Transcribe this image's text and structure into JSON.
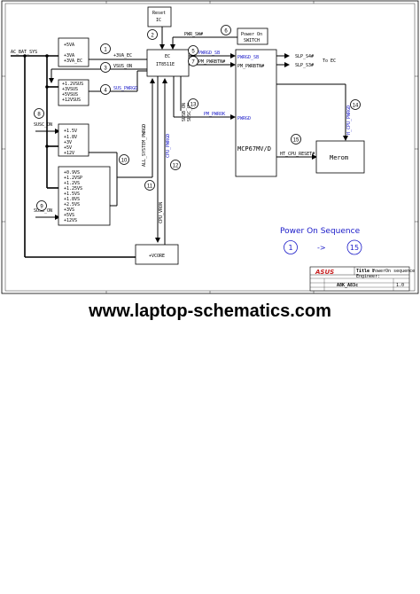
{
  "diagram": {
    "rails": {
      "ac_bat_sys": "AC_BAT_SYS",
      "p3va_ec": "+3VA_EC",
      "vsus_on": "VSUS_ON",
      "sus_pwrgd": "SUS_PWRGD",
      "susc_on": "SUSC_ON",
      "susb_on": "SUSB_ON",
      "all_system_pwrgd": "ALL_SYSTEM_PWRGD",
      "cpu_pwrgd": "CPU_PWRGD",
      "cpu_vrdn": "CPU_VRON",
      "susb_on2": "SUSB_ON",
      "susc_on2": "SUSC_ON",
      "pwrbtn": "PWR_SW#",
      "pwrgd_sb": "PWRGD_SB",
      "pm_pwrbtn": "PM_PWRBTN#",
      "pm_pwrok": "PM_PWROK",
      "pwrgd": "PWRGD",
      "slp_s4": "SLP_S4#",
      "slp_s3": "SLP_S3#",
      "to_ec": "To EC",
      "h_cpu_pwrgd": "H_CPU_PWRGD",
      "h_cpu_reset": "HT_CPU_RESET#"
    },
    "blocks": {
      "reset_ic": [
        "Reset",
        "IC"
      ],
      "power_on_switch": [
        "Power On",
        "SWITCH"
      ],
      "ec": [
        "EC",
        "IT8511E"
      ],
      "mcp": "MCP67MV/D",
      "merom": "Merom",
      "vcore": "+VCORE",
      "reg1": [
        "+5VA",
        "+3VA",
        "+3VA_EC"
      ],
      "reg2": [
        "+1.2VSUS",
        "+3VSUS",
        "+5VSUS",
        "+12VSUS"
      ],
      "reg3": [
        "+1.5V",
        "+1.8V",
        "+3V",
        "+5V",
        "+12V"
      ],
      "reg4": [
        "+0.9VS",
        "+1.2VSP",
        "+1.2VS",
        "+1.25VS",
        "+1.5VS",
        "+1.8VS",
        "+2.5VS",
        "+3VS",
        "+5VS",
        "+12VS"
      ]
    },
    "steps": [
      "1",
      "2",
      "3",
      "4",
      "5",
      "6",
      "7",
      "8",
      "9",
      "10",
      "11",
      "12",
      "13",
      "14",
      "15"
    ],
    "sequence": {
      "title": "Power On Sequence",
      "start": "1",
      "arrow": "->",
      "end": "15"
    },
    "title_block": {
      "logo": "ASUS",
      "title_label": "Title :",
      "title_value": "PowerOn sequence",
      "engineer": "Engineer:",
      "project": "A8K_A83c",
      "rev": "1.0"
    }
  },
  "watermark": "www.laptop-schematics.com"
}
